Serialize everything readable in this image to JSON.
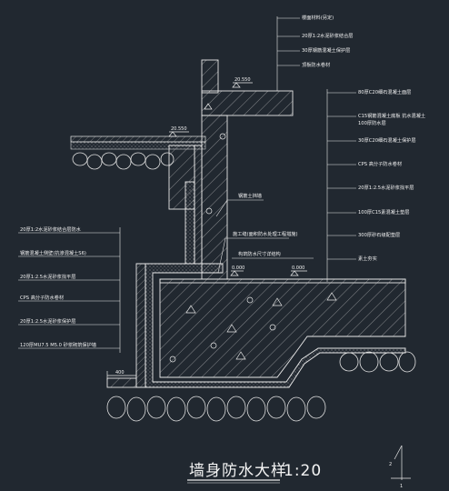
{
  "drawing": {
    "title": "墙身防水大样",
    "scale": "1:20",
    "section_mark_top": "2",
    "section_mark_bottom": "1"
  },
  "elevations": {
    "upper_terrace": "20.550",
    "lower_terrace": "20.550",
    "step": "0.000",
    "base": "0.000"
  },
  "dimensions": {
    "toe_width": "400"
  },
  "callouts": {
    "concrete_wall": "钢筋土挡墙",
    "construction_joint": "施工缝(面积防水处理工程措施)",
    "detail_note": "构筑防水尺寸详结构"
  },
  "left_labels": [
    "20厚1:2水泥砂浆结合层防水",
    "钢筋混凝土侧壁(抗渗混凝土S6)",
    "20厚1:2.5水泥砂浆找平层",
    "CPS 高分子防水卷材",
    "20厚1:2.5水泥砂浆保护层",
    "120厚MU7.5 M5.0 砂浆砌筑保护墙"
  ],
  "top_labels": [
    "楼面材料(另定)",
    "20厚1:2水泥砂浆结合层",
    "30厚钢筋混凝土保护层",
    "顶板防水卷材"
  ],
  "right_labels": [
    "80厚C20细石混凝土面层",
    "C15钢筋混凝土底板 抗水混凝土",
    "100厚防水层",
    "30厚C20细石混凝土保护层",
    "CPS 高分子防水卷材",
    "20厚1:2.5水泥砂浆找平层",
    "100厚C15素混凝土垫层",
    "300厚砂石级配垫层",
    "素土夯实"
  ]
}
